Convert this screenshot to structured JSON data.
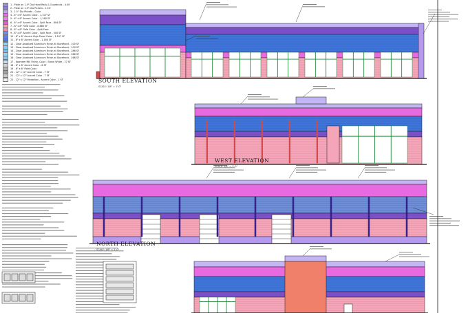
{
  "legend": {
    "items": [
      {
        "text": "1 - Plate on 1.5\" Dia Hand Rails & Guardrails - 4.00'",
        "color": "#9f8fd8"
      },
      {
        "text": "2 - Plate on 1.5\" Dia Pickets - 1.50'",
        "color": "#8f7fd0"
      },
      {
        "text": "3 - 1.5\" Dia Pickets - Color",
        "color": "#b8a8e8"
      },
      {
        "text": "4 - 6\" x 6\" Accent Color - 1,107 SF",
        "color": "#e870d8"
      },
      {
        "text": "5 - 6\" x 6\" Accent Color - 1,160 SF",
        "color": "#f080e0"
      },
      {
        "text": "6 - 6\" x 6\" Accent Color - Split Face - 804 SF",
        "color": "#d860c8"
      },
      {
        "text": "7 - 8\" x 8\" Field Color - 8,880 SF",
        "color": "#f0a0b0"
      },
      {
        "text": "8 - 8\" x 8\" Field Color - Split Face",
        "color": "#e890a8"
      },
      {
        "text": "9 - 8\" x 8\" Accent Color - Split Face - 500 SF",
        "color": "#7090e8"
      },
      {
        "text": "10 - 8\" x 8\" Accent High Panel Color - 1,107 SF",
        "color": "#6080e0"
      },
      {
        "text": "11 - 8\" x 8\" Accent Color - 1,160 SF",
        "color": "#4e78dc"
      },
      {
        "text": "12 - Clear Anodized Aluminum Finish at Storefront - 100 SF",
        "color": "#9ad0f0"
      },
      {
        "text": "13 - Clear Anodized Aluminum Finish at Storefront - 100 SF",
        "color": "#88c8ec"
      },
      {
        "text": "14 - Clear Anodized Aluminum Finish at Storefront - 286 SF",
        "color": "#76c0e8"
      },
      {
        "text": "15 - Clear Anodized Aluminum Finish at Storefront - 286 SF",
        "color": "#9ad0f0"
      },
      {
        "text": "16 - Clear Anodized Aluminum Finish at Storefront - 268 SF",
        "color": "#88c8ec"
      },
      {
        "text": "17 - Kawneer Mill Finish, Color - Stone White - 27 SF",
        "color": "#c0e0f8"
      },
      {
        "text": "18 - 8\" x 8\" Accent Color - 6 SF",
        "color": "#d0d0d0"
      },
      {
        "text": "19 - 8\" x 8\" Field Color",
        "color": "#b0b0b0"
      },
      {
        "text": "20 - 12\" x 12\" Accent Color - 7 SF",
        "color": "#a0a0a0"
      },
      {
        "text": "21 - 12\" x 12\" Accent Color - 7 SF",
        "color": "#c8c8c8"
      },
      {
        "text": "22 - 12\" x 12\" Medallion - Accent Color - 1 SF",
        "color": "#f0f0f0"
      }
    ]
  },
  "titles": {
    "south": "SOUTH ELEVATION",
    "south_scale": "SCALE: 1/8\" = 1'-0\"",
    "west": "WEST ELEVATION",
    "west_scale": "SCALE: 1/8\" = 1'-0\"",
    "north": "NORTH ELEVATION",
    "north_scale": "SCALE: 1/8\" = 1'-0\""
  },
  "colors": {
    "parapet": "#6f8ed6",
    "cap": "#c4b5f5",
    "band_purple": "#7a4fc8",
    "magenta": "#e86ae0",
    "blue": "#3f75d8",
    "pink": "#f4a6b8",
    "lavender": "#b59af0",
    "glass": "#ffffff",
    "glass_frame": "#1f8a3a",
    "line": "#1a1a1a",
    "door_red": "#d24a4a",
    "salmon": "#f0806a"
  }
}
